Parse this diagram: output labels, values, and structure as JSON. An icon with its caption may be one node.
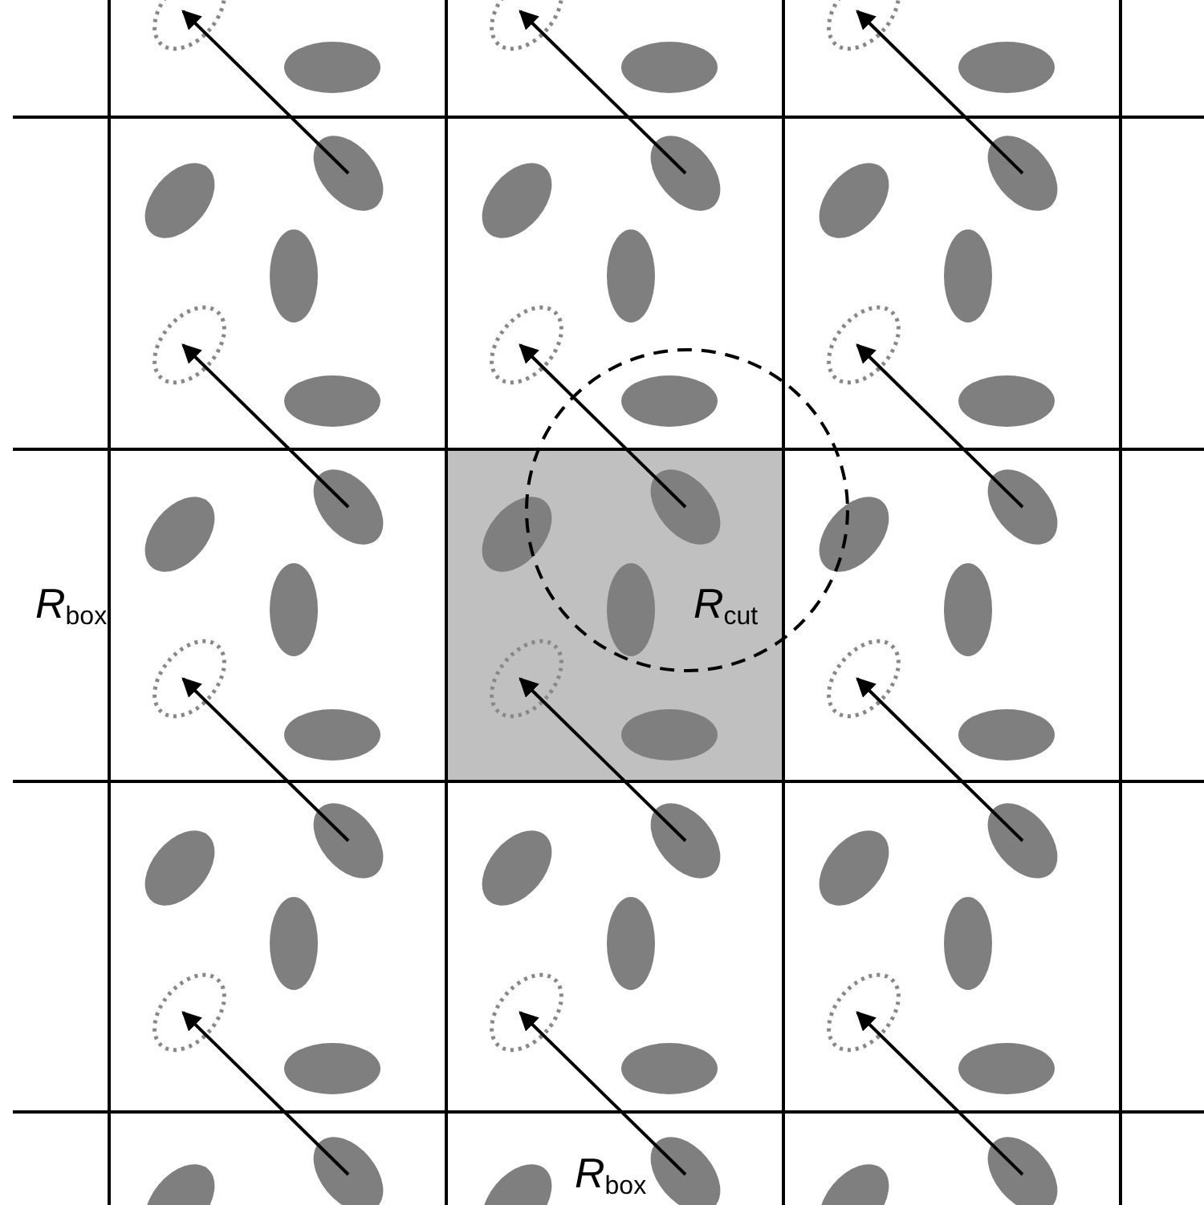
{
  "diagram": {
    "labels": [
      "*R*$_{box}$",
      "*R*$_{cut}$",
      "*R*$_{box}$"
    ]
  }
}
